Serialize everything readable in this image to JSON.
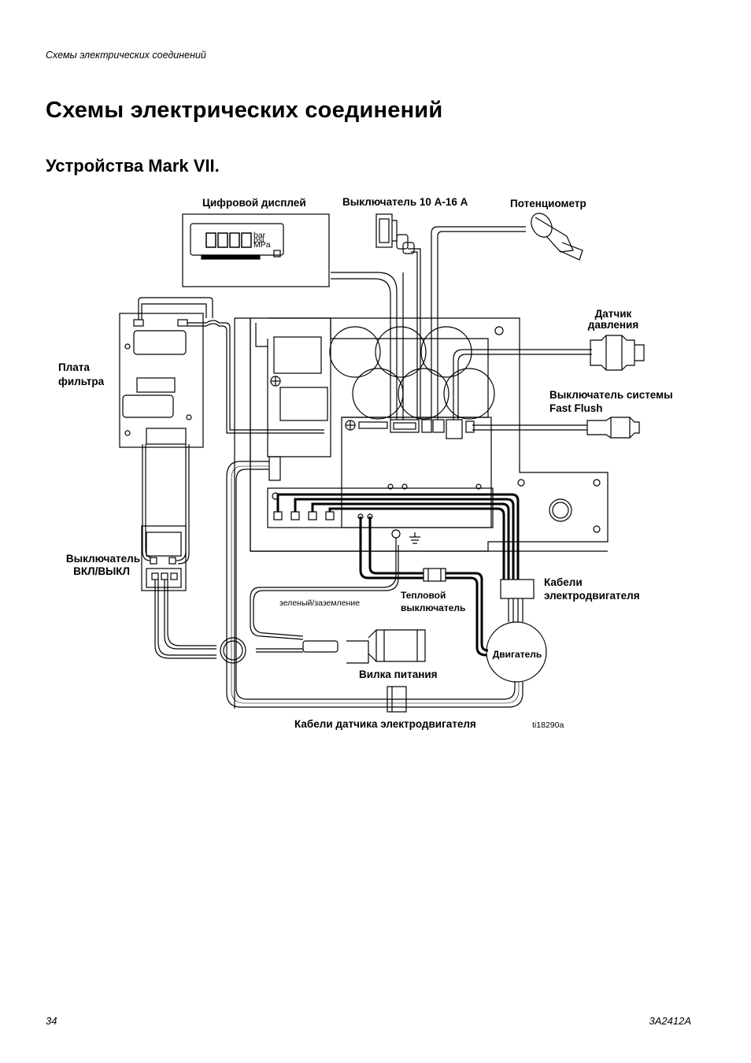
{
  "header": {
    "running_title": "Схемы электрических соединений"
  },
  "title": "Схемы электрических соединений",
  "subtitle": "Устройства Mark VII.",
  "diagram": {
    "labels": {
      "digital_display": "Цифровой дисплей",
      "switch_10a_16a": "Выключатель 10 А-16 А",
      "potentiometer": "Потенциометр",
      "pressure_sensor_line1": "Датчик",
      "pressure_sensor_line2": "давления",
      "filter_board_line1": "Плата",
      "filter_board_line2": "фильтра",
      "fast_flush_line1": "Выключатель системы",
      "fast_flush_line2": "Fast Flush",
      "on_off_switch_line1": "Выключатель",
      "on_off_switch_line2": "ВКЛ/ВЫКЛ",
      "motor_cables_line1": "Кабели",
      "motor_cables_line2": "электродвигателя",
      "green_ground": "зеленый/заземление",
      "thermal_switch_line1": "Тепловой",
      "thermal_switch_line2": "выключатель",
      "motor": "Двигатель",
      "power_plug": "Вилка питания",
      "motor_sensor_cables": "Кабели датчика электродвигателя",
      "figure_id": "ti18290a"
    },
    "display_units": [
      "bar",
      "psi",
      "MPa"
    ]
  },
  "footer": {
    "page_number": "34",
    "doc_code": "3A2412A"
  }
}
